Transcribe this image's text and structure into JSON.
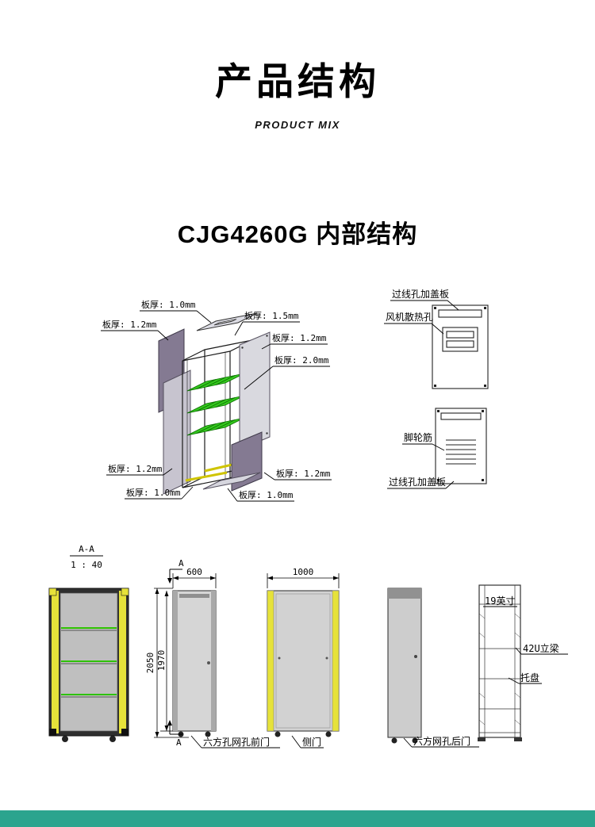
{
  "header": {
    "title": "产品结构",
    "subtitle": "PRODUCT MIX"
  },
  "section": {
    "title": "CJG4260G 内部结构"
  },
  "exploded": {
    "labels": {
      "top_cover": "板厚: 1.0mm",
      "frame": "板厚: 1.5mm",
      "left_panel": "板厚: 1.2mm",
      "right_door": "板厚: 1.2mm",
      "shelf": "板厚: 2.0mm",
      "left_bottom_panel": "板厚: 1.2mm",
      "right_bottom_panel": "板厚: 1.2mm",
      "base_front": "板厚: 1.0mm",
      "bottom_tray": "板厚: 1.0mm"
    }
  },
  "rear_views": {
    "top_cable_cover": "过线孔加盖板",
    "fan_vent": "风机散热孔",
    "caster_rib": "脚轮筋",
    "bottom_cable_cover": "过线孔加盖板"
  },
  "ortho_views": {
    "section_mark": "A-A",
    "scale": "1 : 40",
    "cut_a_top": "A",
    "cut_a_bottom": "A",
    "dims": {
      "front_width": "600",
      "side_width": "1000",
      "total_height": "2050",
      "body_height": "1970"
    },
    "captions": {
      "front_door": "六方孔网孔前门",
      "side_door": "侧门",
      "rear_door": "六方网孔后门",
      "inch_19": "19英寸",
      "upright_42u": "42U立梁",
      "tray": "托盘"
    }
  },
  "colors": {
    "footer_bar": "#2BA48E",
    "shelf_green": "#35C81E",
    "accent_yellow": "#E6E23A",
    "panel_purple": "#847A92"
  }
}
